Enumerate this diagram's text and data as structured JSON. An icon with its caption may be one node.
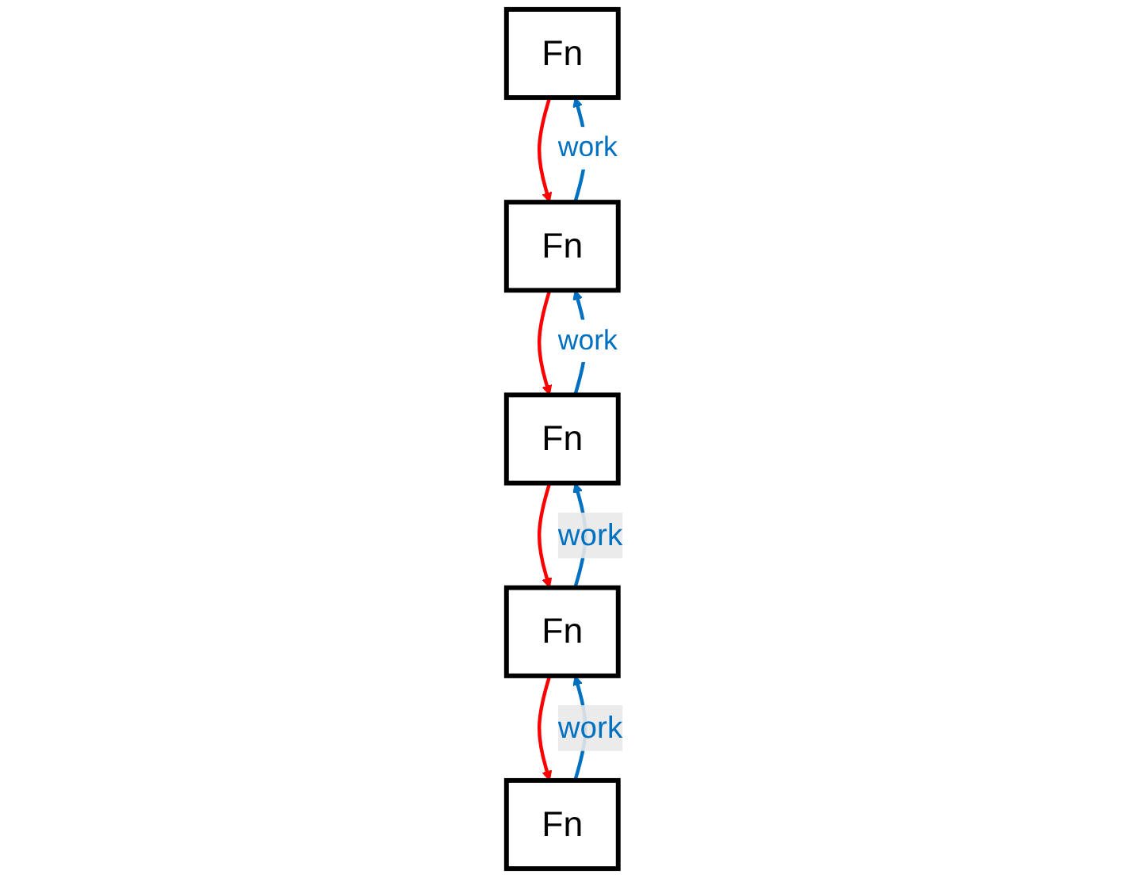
{
  "diagram": {
    "nodes": [
      {
        "text": [
          "Fn"
        ]
      },
      {
        "text": [
          "Fn"
        ]
      },
      {
        "text": [
          "Fn"
        ]
      },
      {
        "text": [
          "Fn"
        ]
      },
      {
        "text": [
          "Fn"
        ]
      }
    ],
    "edges": [
      {
        "from": 0,
        "to": 1,
        "arrow": "to",
        "color": "#ff0000"
      },
      {
        "from": 1,
        "to": 2,
        "arrow": "to",
        "color": "#ff0000"
      },
      {
        "from": 2,
        "to": 3,
        "arrow": "to",
        "color": "#ff0000"
      },
      {
        "from": 3,
        "to": 4,
        "arrow": "to",
        "color": "#ff0000"
      },
      {
        "from": 1,
        "to": 0,
        "label": "work",
        "arrow": "to",
        "color": "#0070c0"
      },
      {
        "from": 2,
        "to": 1,
        "label": "work",
        "arrow": "to",
        "color": "#0070c0"
      },
      {
        "from": 3,
        "to": 2,
        "label": "work",
        "arrow": "to",
        "color": "#0070c0"
      },
      {
        "from": 4,
        "to": 3,
        "label": "work",
        "arrow": "to",
        "color": "#0070c0"
      }
    ]
  }
}
